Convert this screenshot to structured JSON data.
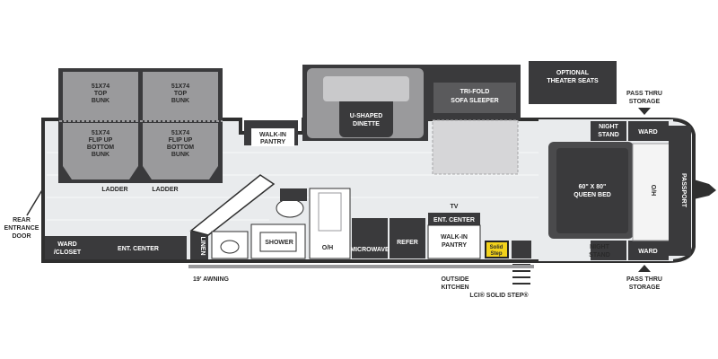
{
  "colors": {
    "floor": "#e9ebed",
    "wall": "#2f2f2f",
    "dark_fill": "#3a3a3c",
    "mid_fill": "#7c7c7e",
    "light_fill": "#c9c9cb",
    "cabinet": "#f4f4f4"
  },
  "labels": {
    "top_bunk_left": [
      "51X74",
      "TOP",
      "BUNK"
    ],
    "top_bunk_right": [
      "51X74",
      "TOP",
      "BUNK"
    ],
    "bottom_bunk_left": [
      "51X74",
      "FLIP UP",
      "BOTTOM",
      "BUNK"
    ],
    "bottom_bunk_right": [
      "51X74",
      "FLIP UP",
      "BOTTOM",
      "BUNK"
    ],
    "ladder_left": "LADDER",
    "ladder_right": "LADDER",
    "walk_in_pantry_top": [
      "WALK-IN",
      "PANTRY"
    ],
    "dinette": [
      "U-SHAPED",
      "DINETTE"
    ],
    "sofa": [
      "TRI-FOLD",
      "SOFA SLEEPER"
    ],
    "theater": [
      "OPTIONAL",
      "THEATER SEATS"
    ],
    "pass_thru_top": [
      "PASS THRU",
      "STORAGE"
    ],
    "pass_thru_bottom": [
      "PASS THRU",
      "STORAGE"
    ],
    "night_stand_top": [
      "NIGHT",
      "STAND"
    ],
    "night_stand_bottom": [
      "NIGHT",
      "STAND"
    ],
    "ward_top": "WARD",
    "ward_bottom": "WARD",
    "queen_bed": [
      "60\" X 80\"",
      "QUEEN BED"
    ],
    "oh_bedroom": "O/H",
    "brand": "PASSPORT",
    "rear_entrance": [
      "REAR",
      "ENTRANCE",
      "DOOR"
    ],
    "ward_closet": [
      "WARD",
      "/CLOSET"
    ],
    "ent_center_rear": "ENT. CENTER",
    "linen": "LINEN",
    "shower": "SHOWER",
    "oh_bath": "O/H",
    "microwave": "MICROWAVE",
    "refer": "REFER",
    "tv": "TV",
    "ent_center_mid": "ENT. CENTER",
    "walk_in_pantry_mid": [
      "WALK-IN",
      "PANTRY"
    ],
    "solid_step_badge": [
      "Solid",
      "Step"
    ],
    "awning": "19' AWNING",
    "outside_kitchen": [
      "OUTSIDE",
      "KITCHEN"
    ],
    "lci_solid_step": "LCI® SOLID STEP®"
  }
}
